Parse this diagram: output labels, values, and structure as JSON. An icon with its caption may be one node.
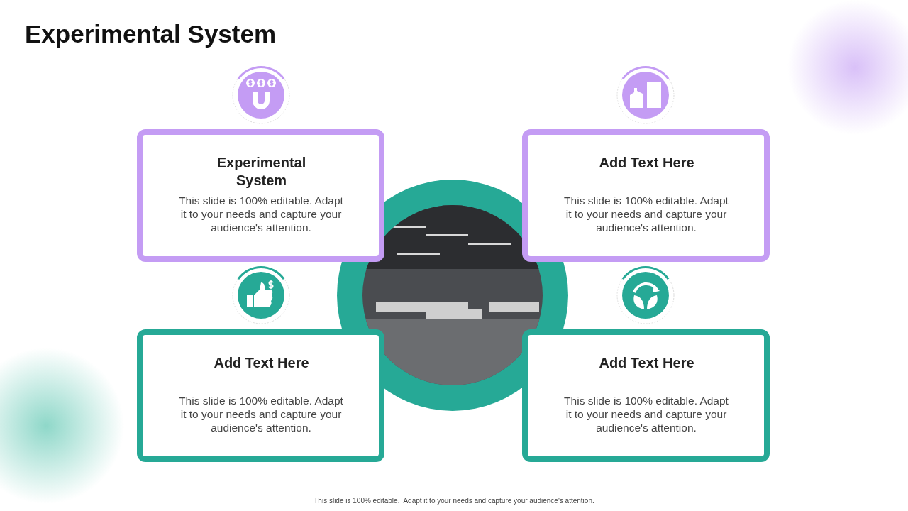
{
  "diagram": {
    "title": "Experimental System",
    "nodes": [
      {
        "text": [
          "Experimental System",
          "This slide is 100% editable. Adapt it to your needs and capture your audience's attention."
        ]
      },
      {
        "text": [
          "Add Text Here",
          "This slide is 100% editable. Adapt it to your needs and capture your audience's attention."
        ]
      },
      {
        "text": [
          "Add Text Here",
          "This slide is 100% editable. Adapt it to your needs and capture your audience's attention."
        ]
      },
      {
        "text": [
          "Add Text Here",
          "This slide is 100% editable. Adapt it to your needs and capture your audience's attention."
        ]
      }
    ],
    "labels": [
      "This slide is 100% editable.  Adapt it to your needs and capture your audience's attention."
    ]
  }
}
